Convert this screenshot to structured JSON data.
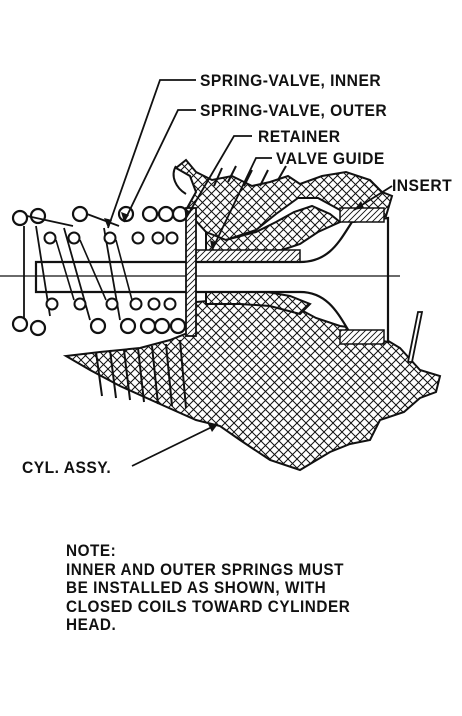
{
  "labels": {
    "spring_inner": "SPRING-VALVE, INNER",
    "spring_outer": "SPRING-VALVE, OUTER",
    "retainer": "RETAINER",
    "valve_guide": "VALVE GUIDE",
    "insert": "INSERT",
    "cyl_assy": "CYL. ASSY."
  },
  "note": {
    "heading": "NOTE:",
    "lines": [
      "INNER AND OUTER SPRINGS MUST",
      "BE INSTALLED AS SHOWN, WITH",
      "CLOSED COILS TOWARD CYLINDER",
      "HEAD."
    ]
  },
  "colors": {
    "ink": "#111111",
    "paper": "#ffffff"
  }
}
